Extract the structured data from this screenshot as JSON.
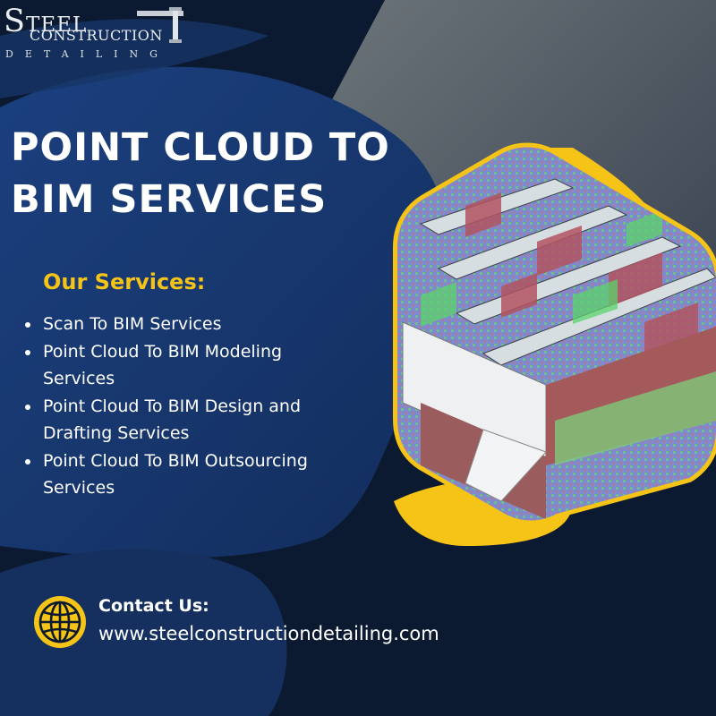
{
  "logo": {
    "line1_initial": "S",
    "line1_rest": "TEEL",
    "line2": "CONSTRUCTION",
    "line3": "DETAILING"
  },
  "title": {
    "line1": "POINT CLOUD TO",
    "line2": "BIM SERVICES"
  },
  "services": {
    "heading": "Our Services:",
    "items": [
      [
        "Scan To BIM Services"
      ],
      [
        "Point Cloud To BIM Modeling",
        "Services"
      ],
      [
        "Point Cloud To BIM Design and",
        "Drafting Services"
      ],
      [
        "Point Cloud To BIM Outsourcing",
        "Services"
      ]
    ]
  },
  "contact": {
    "label": "Contact Us:",
    "url": "www.steelconstructiondetailing.com",
    "icon": "globe-icon"
  },
  "colors": {
    "background_dark": "#0c1a31",
    "panel_blue": "#183a73",
    "accent_yellow": "#f5c417",
    "text_white": "#ffffff"
  }
}
